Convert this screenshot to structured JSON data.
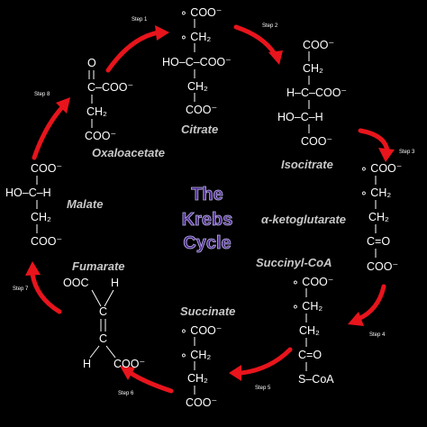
{
  "title": [
    "The",
    "Krebs",
    "Cycle"
  ],
  "steps": [
    "Step 1",
    "Step 2",
    "Step 3",
    "Step 4",
    "Step 5",
    "Step 6",
    "Step 7",
    "Step 8"
  ],
  "names": {
    "citrate": "Citrate",
    "isocitrate": "Isocitrate",
    "akg": "α-ketoglutarate",
    "succoa": "Succinyl-CoA",
    "succinate": "Succinate",
    "fumarate": "Fumarate",
    "malate": "Malate",
    "oxaloacetate": "Oxaloacetate"
  },
  "structures": {
    "citrate": [
      "∘ COO⁻",
      "∘ CH₂",
      "HO–C–COO⁻",
      "CH₂",
      "COO⁻"
    ],
    "isocitrate": [
      "COO⁻",
      "CH₂",
      "H–C–COO⁻",
      "HO–C–H",
      "COO⁻"
    ],
    "akg": [
      "∘ COO⁻",
      "∘ CH₂",
      "CH₂",
      "C=O",
      "COO⁻"
    ],
    "succoa": [
      "∘ COO⁻",
      "∘ CH₂",
      "CH₂",
      "C=O",
      "S–CoA"
    ],
    "succinate": [
      "∘ COO⁻",
      "∘ CH₂",
      "CH₂",
      "COO⁻"
    ],
    "fumarate": [
      "OOC",
      "H",
      "C",
      "C",
      "H",
      "COO⁻"
    ],
    "malate": [
      "COO⁻",
      "HO–C–H",
      "CH₂",
      "COO⁻"
    ],
    "oxaloacetate": [
      "O",
      "C–COO⁻",
      "CH₂",
      "COO⁻"
    ]
  },
  "colors": {
    "arrow": "#e8141c",
    "title": "#4a2a8c",
    "label": "#c8c8c8"
  }
}
